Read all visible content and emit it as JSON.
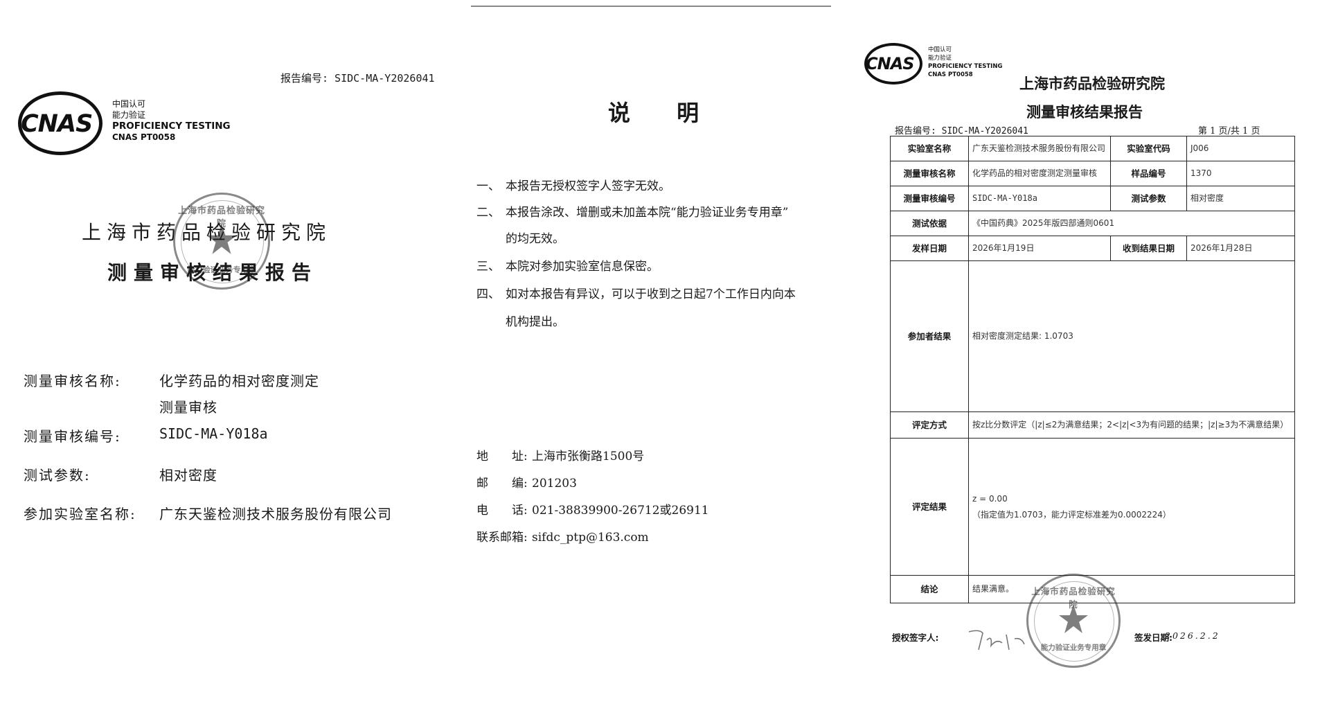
{
  "cnas_logo": {
    "text": "CNAS",
    "zh_line1": "中国认可",
    "zh_line2": "能力验证",
    "en_line1": "PROFICIENCY TESTING",
    "en_line2": "CNAS PT0058"
  },
  "stamp": {
    "arc_text": "上海市药品检验研究院",
    "label": "能力验证业务专用章"
  },
  "cover": {
    "report_no": "报告编号: SIDC-MA-Y2026041",
    "institute": "上海市药品检验研究院",
    "title": "测量审核结果报告",
    "fields": [
      {
        "key": "测量审核名称:",
        "value_line1": "化学药品的相对密度测定",
        "value_line2": "测量审核"
      },
      {
        "key": "测量审核编号:",
        "value": "SIDC-MA-Y018a"
      },
      {
        "key": "测试参数:",
        "value": "相对密度"
      },
      {
        "key": "参加实验室名称:",
        "value": "广东天鉴检测技术服务股份有限公司"
      }
    ]
  },
  "notes": {
    "heading": "说 明",
    "items": [
      {
        "num": "一、",
        "text": "本报告无授权签字人签字无效。"
      },
      {
        "num": "二、",
        "text": "本报告涂改、增删或未加盖本院“能力验证业务专用章”",
        "cont": "的均无效。"
      },
      {
        "num": "三、",
        "text": "本院对参加实验室信息保密。"
      },
      {
        "num": "四、",
        "text": "如对本报告有异议，可以于收到之日起7个工作日内向本",
        "cont": "机构提出。"
      }
    ],
    "contact": [
      {
        "key": "地　　址:",
        "value": "上海市张衡路1500号"
      },
      {
        "key": "邮　　编:",
        "value": "201203"
      },
      {
        "key": "电　　话:",
        "value": "021-38839900-26712或26911"
      },
      {
        "key": "联系邮箱:",
        "value": "sifdc_ptp@163.com"
      }
    ]
  },
  "result": {
    "institute": "上海市药品检验研究院",
    "title": "测量审核结果报告",
    "report_no": "报告编号: SIDC-MA-Y2026041",
    "page_info": "第 1 页/共 1 页",
    "lab_name_label": "实验室名称",
    "lab_name": "广东天鉴检测技术服务股份有限公司",
    "lab_code_label": "实验室代码",
    "lab_code": "J006",
    "audit_name_label": "测量审核名称",
    "audit_name": "化学药品的相对密度测定测量审核",
    "sample_no_label": "样品编号",
    "sample_no": "1370",
    "audit_no_label": "测量审核编号",
    "audit_no": "SIDC-MA-Y018a",
    "param_label": "测试参数",
    "param": "相对密度",
    "basis_label": "测试依据",
    "basis": "《中国药典》2025年版四部通则0601",
    "issue_date_label": "发样日期",
    "issue_date": "2026年1月19日",
    "recv_date_label": "收到结果日期",
    "recv_date": "2026年1月28日",
    "participant_result_label": "参加者结果",
    "participant_result": "相对密度测定结果: 1.0703",
    "eval_method_label": "评定方式",
    "eval_method": "按z比分数评定（|z|≤2为满意结果；2<|z|<3为有问题的结果；|z|≥3为不满意结果）",
    "eval_result_label": "评定结果",
    "eval_result_z": "z = 0.00",
    "eval_result_note": "（指定值为1.0703，能力评定标准差为0.0002224）",
    "conclusion_label": "结论",
    "conclusion": "结果满意。",
    "signer_label": "授权签字人:",
    "sign_date_label": "签发日期:",
    "sign_date": "2026.2.2"
  }
}
